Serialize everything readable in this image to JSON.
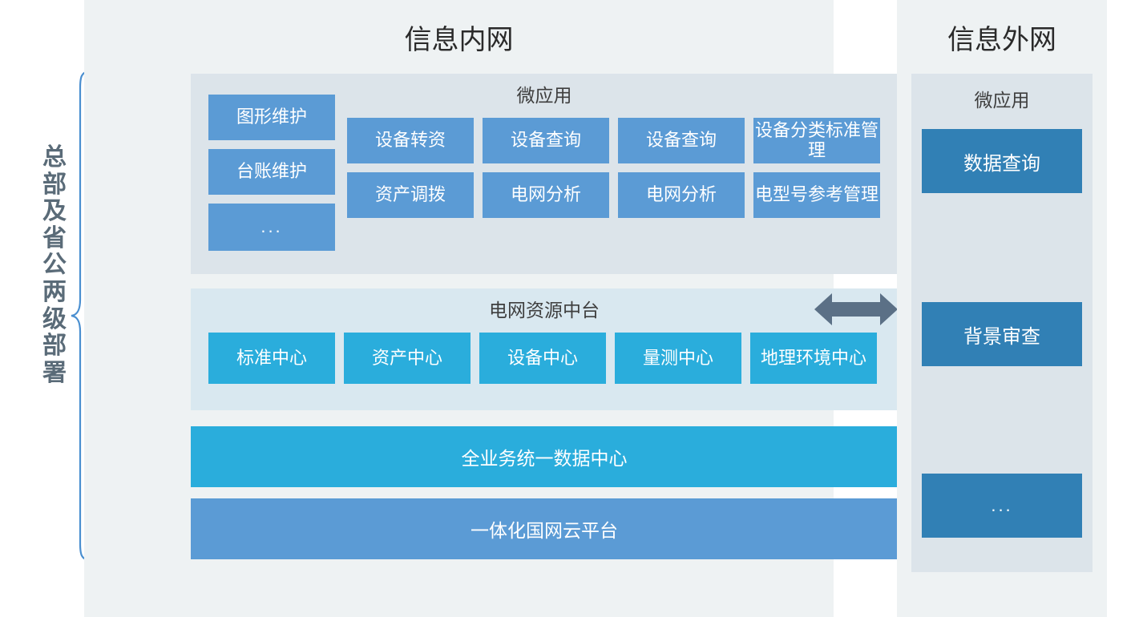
{
  "colors": {
    "panel_bg": "#eef2f3",
    "microapp_bg": "#dce4ea",
    "platform_bg": "#d9e8f0",
    "microapp_box": "#5b9bd5",
    "platform_box": "#2aaddc",
    "extranet_box": "#3180b5",
    "data_center_bar": "#2aaddc",
    "cloud_bar": "#5b9bd5",
    "arrow": "#5b7086",
    "brace": "#4a8fd0",
    "label_text": "#5a6b78"
  },
  "deployment_label": {
    "text": "总部及省公两级部署",
    "chars": [
      "总",
      "部",
      "及",
      "省",
      "公",
      "两",
      "级",
      "部",
      "署"
    ]
  },
  "brace": {
    "icon": "curly-brace-icon"
  },
  "exchange_arrow": {
    "icon": "double-arrow-icon"
  },
  "intranet": {
    "title": "信息内网",
    "microapp": {
      "title": "微应用",
      "left_column": [
        {
          "label": "图形维护"
        },
        {
          "label": "台账维护"
        },
        {
          "label": "..."
        }
      ],
      "grid": [
        {
          "label": "设备转资"
        },
        {
          "label": "设备查询"
        },
        {
          "label": "设备查询"
        },
        {
          "label": "设备分类标准管理"
        },
        {
          "label": "资产调拨"
        },
        {
          "label": "电网分析"
        },
        {
          "label": "电网分析"
        },
        {
          "label": "电型号参考管理"
        }
      ]
    },
    "platform": {
      "title": "电网资源中台",
      "centers": [
        {
          "label": "标准中心"
        },
        {
          "label": "资产中心"
        },
        {
          "label": "设备中心"
        },
        {
          "label": "量测中心"
        },
        {
          "label": "地理环境中心"
        }
      ]
    },
    "data_center_bar": "全业务统一数据中心",
    "cloud_platform_bar": "一体化国网云平台"
  },
  "extranet": {
    "title": "信息外网",
    "microapp_title": "微应用",
    "boxes": [
      {
        "label": "数据查询"
      },
      {
        "label": "背景审查"
      },
      {
        "label": "..."
      }
    ]
  }
}
